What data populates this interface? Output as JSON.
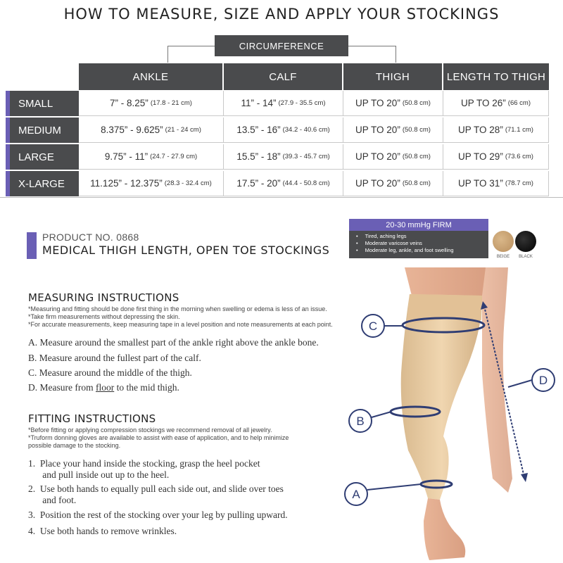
{
  "title": "HOW TO MEASURE, SIZE AND APPLY YOUR STOCKINGS",
  "circumference_label": "CIRCUMFERENCE",
  "table": {
    "headers": [
      "ANKLE",
      "CALF",
      "THIGH",
      "LENGTH TO THIGH"
    ],
    "rows": [
      {
        "size": "SMALL",
        "ankle": "7” - 8.25”",
        "ankle_cm": "(17.8 - 21 cm)",
        "calf": "11” - 14”",
        "calf_cm": "(27.9 - 35.5 cm)",
        "thigh": "UP TO 20”",
        "thigh_cm": "(50.8 cm)",
        "length": "UP TO 26”",
        "length_cm": "(66 cm)"
      },
      {
        "size": "MEDIUM",
        "ankle": "8.375” - 9.625”",
        "ankle_cm": "(21 - 24 cm)",
        "calf": "13.5” - 16”",
        "calf_cm": "(34.2 - 40.6 cm)",
        "thigh": "UP TO 20”",
        "thigh_cm": "(50.8 cm)",
        "length": "UP TO 28”",
        "length_cm": "(71.1 cm)"
      },
      {
        "size": "LARGE",
        "ankle": "9.75” - 11”",
        "ankle_cm": "(24.7 - 27.9 cm)",
        "calf": "15.5” - 18”",
        "calf_cm": "(39.3 - 45.7 cm)",
        "thigh": "UP TO 20”",
        "thigh_cm": "(50.8 cm)",
        "length": "UP TO 29”",
        "length_cm": "(73.6 cm)"
      },
      {
        "size": "X-LARGE",
        "ankle": "11.125” - 12.375”",
        "ankle_cm": "(28.3 - 32.4 cm)",
        "calf": "17.5” - 20”",
        "calf_cm": "(44.4 - 50.8 cm)",
        "thigh": "UP TO 20”",
        "thigh_cm": "(50.8 cm)",
        "length": "UP TO 31”",
        "length_cm": "(78.7 cm)"
      }
    ]
  },
  "product": {
    "number": "PRODUCT NO. 0868",
    "name": "MEDICAL THIGH LENGTH, OPEN TOE STOCKINGS"
  },
  "firmness": {
    "label": "20-30 mmHg FIRM",
    "indications": [
      "Tired, aching legs",
      "Moderate varicose veins",
      "Moderate leg, ankle, and foot swelling"
    ]
  },
  "colors": [
    {
      "label": "BEIGE",
      "hex": "#c9a272"
    },
    {
      "label": "BLACK",
      "hex": "#000000"
    }
  ],
  "measuring": {
    "title": "MEASURING INSTRUCTIONS",
    "notes": [
      "*Measuring and fitting should be done first thing in the morning when swelling or edema is less of an issue.",
      "*Take firm measurements without depressing the skin.",
      "*For accurate measurements, keep measuring tape in a level position and note measurements at each point."
    ],
    "steps": [
      "A. Measure around the smallest part of the ankle right above the ankle bone.",
      "B. Measure around the fullest part of the calf.",
      "C. Measure around the middle of the thigh."
    ],
    "step_d_prefix": "D. Measure from ",
    "step_d_link": "floor",
    "step_d_suffix": " to the mid thigh."
  },
  "fitting": {
    "title": "FITTING INSTRUCTIONS",
    "notes": [
      "*Before fitting or applying compression stockings we recommend removal of all jewelry.",
      "*Truform donning gloves are available  to assist with ease of application, and to help minimize",
      "possible damage to the stocking."
    ],
    "steps": [
      [
        "1.  Place your hand inside the stocking, grasp the heel pocket",
        "      and pull inside out up to the heel."
      ],
      [
        "2.  Use both hands to equally pull each side out, and slide over toes",
        "      and foot."
      ],
      [
        "3.  Position the rest of the stocking over your leg by pulling upward."
      ],
      [
        "4.  Use both hands to remove wrinkles."
      ]
    ]
  },
  "markers": [
    "A",
    "B",
    "C",
    "D"
  ],
  "accent_color": "#6a5fb5",
  "header_color": "#4a4b4d"
}
